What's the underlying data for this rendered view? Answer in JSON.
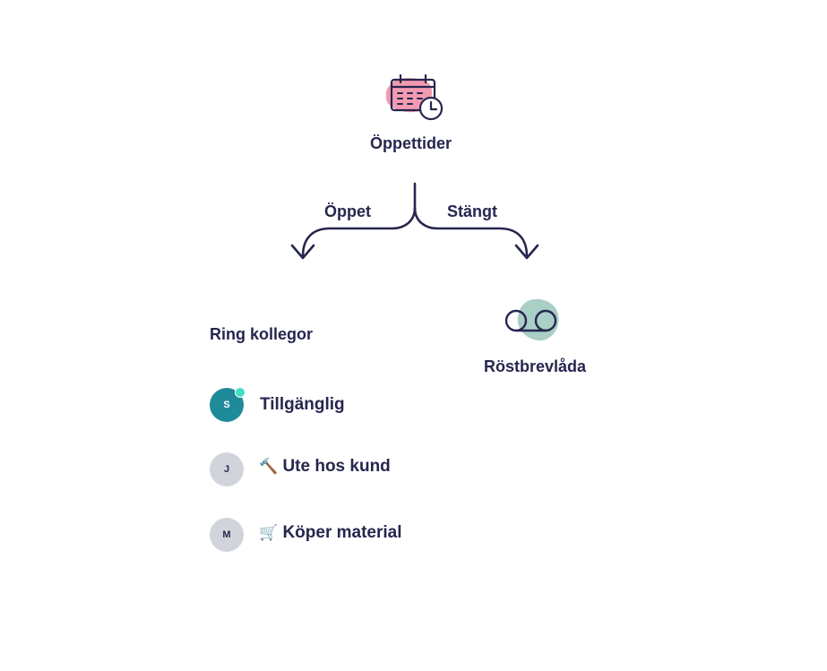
{
  "colors": {
    "text": "#26264f",
    "calendar_blob": "#f29bb0",
    "voicemail_blob": "#a9cfc6",
    "avatar_active": "#1f8a99",
    "avatar_inactive": "#d2d4dc",
    "online_dot": "#3fe0c5"
  },
  "root": {
    "label": "Öppettider",
    "icon": "calendar-clock-icon"
  },
  "branches": {
    "open_label": "Öppet",
    "closed_label": "Stängt"
  },
  "open_target": {
    "title": "Ring kollegor"
  },
  "closed_target": {
    "label": "Röstbrevlåda",
    "icon": "voicemail-icon"
  },
  "colleagues": [
    {
      "initial": "S",
      "emoji": "",
      "status": "Tillgänglig",
      "online": true
    },
    {
      "initial": "J",
      "emoji": "🔨",
      "status": "Ute hos kund",
      "online": false
    },
    {
      "initial": "M",
      "emoji": "🛒",
      "status": "Köper material",
      "online": false
    }
  ]
}
